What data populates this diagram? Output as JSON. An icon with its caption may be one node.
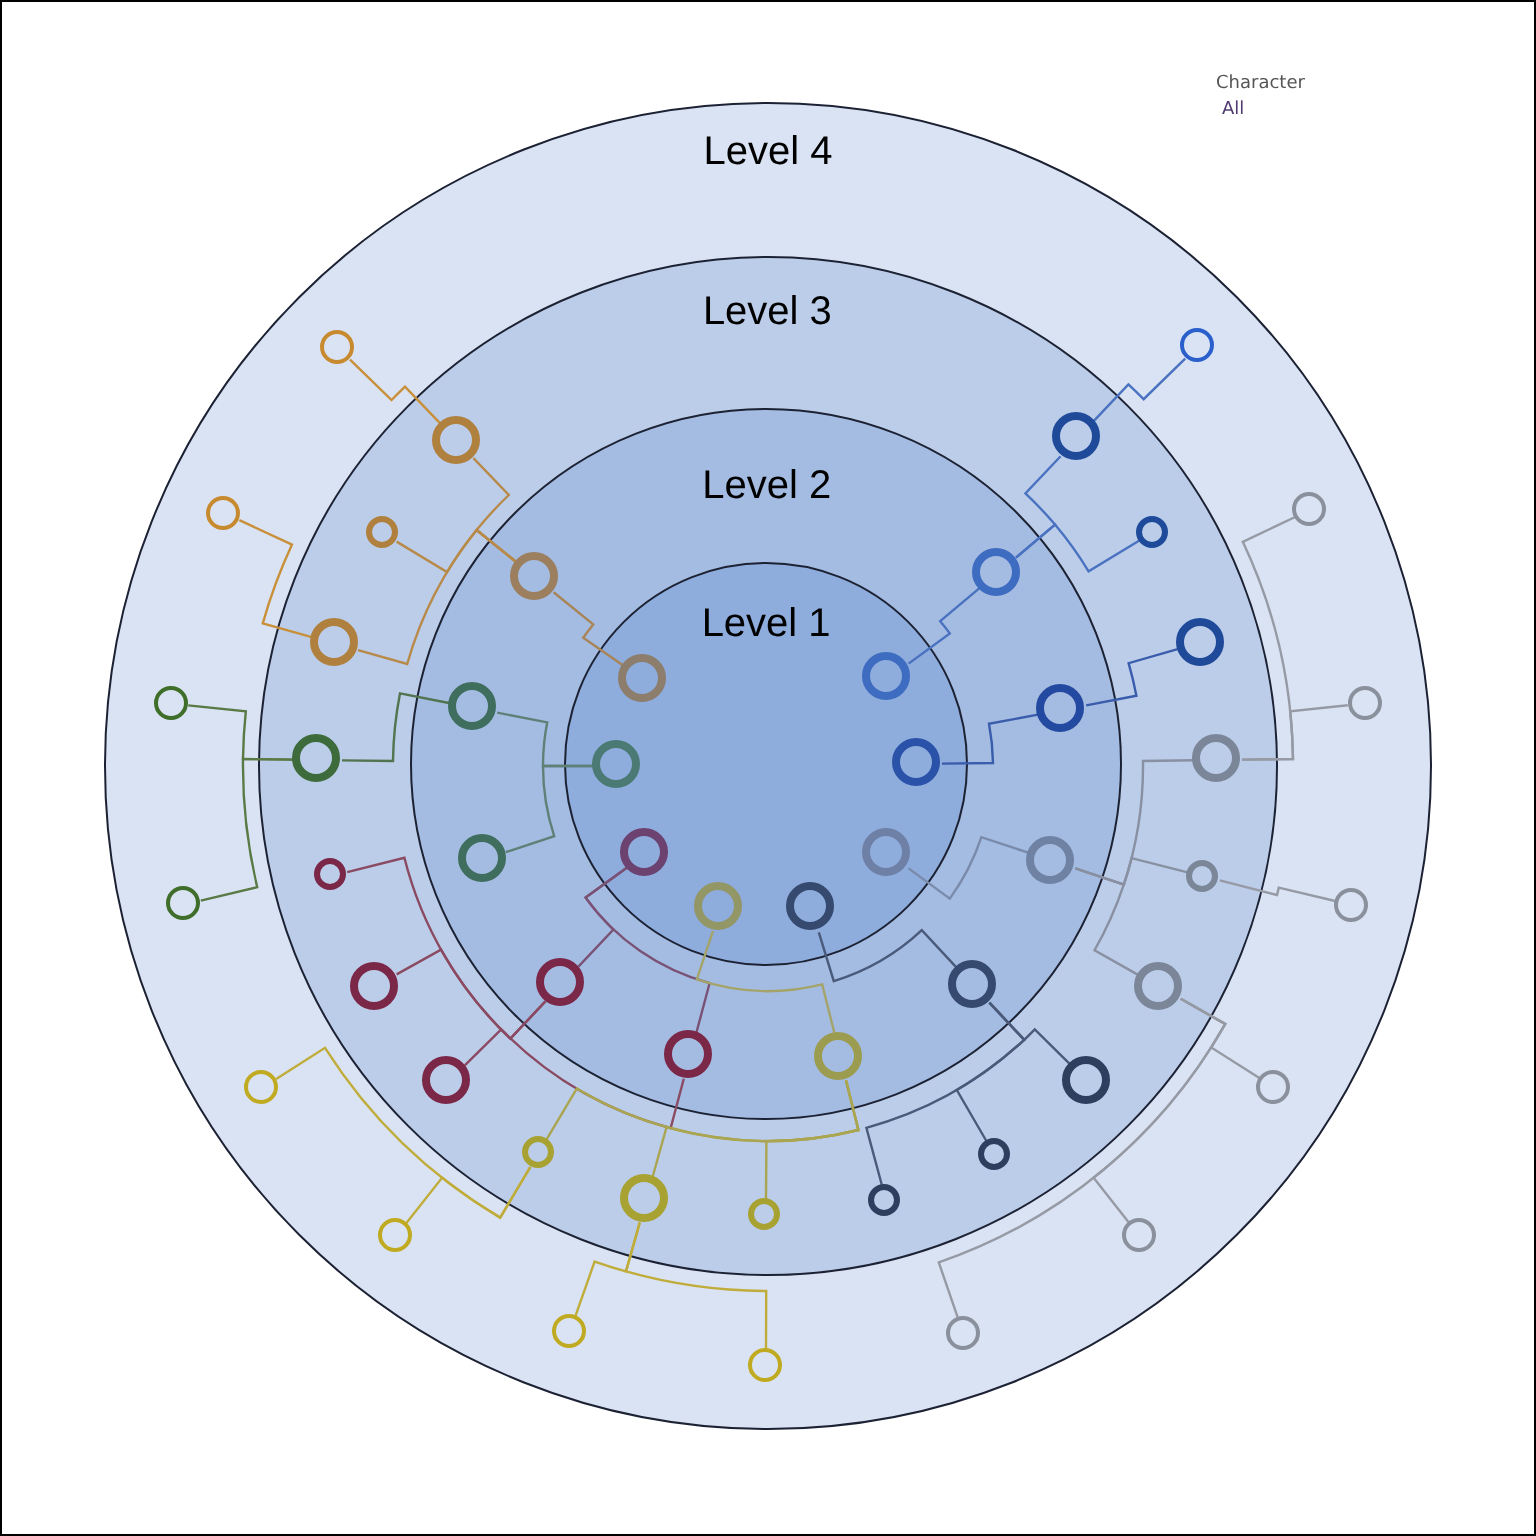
{
  "diagram": {
    "nodes": [
      {
        "text": [
          "Level 4"
        ]
      },
      {
        "text": [
          "Level 3"
        ],
        "in": 0
      },
      {
        "text": [
          "Level 2"
        ],
        "in": 1
      },
      {
        "text": [
          "Level 1"
        ],
        "in": 2
      },
      {
        "text": [],
        "shape": "circle",
        "in": 1
      },
      {
        "text": [],
        "shape": "circle",
        "in": 1
      },
      {
        "text": [],
        "shape": "circle",
        "in": 2
      },
      {
        "text": [],
        "shape": "circle",
        "in": 2
      },
      {
        "text": [],
        "shape": "circle",
        "in": 0
      },
      {
        "text": [],
        "shape": "circle",
        "in": 0
      },
      {
        "text": [],
        "shape": "circle",
        "in": 1
      },
      {
        "text": [],
        "shape": "circle",
        "in": 1
      },
      {
        "text": [],
        "shape": "circle",
        "in": 2
      },
      {
        "text": [],
        "shape": "circle",
        "in": 2
      },
      {
        "text": [],
        "shape": "circle",
        "in": 1
      },
      {
        "text": [],
        "shape": "circle",
        "in": 1
      },
      {
        "text": [],
        "shape": "circle",
        "in": 3
      },
      {
        "text": [],
        "shape": "circle",
        "in": 3
      },
      {
        "text": [],
        "shape": "circle",
        "in": 0
      },
      {
        "text": [],
        "shape": "circle",
        "in": 2
      },
      {
        "text": [],
        "shape": "circle",
        "in": 2
      },
      {
        "text": [],
        "shape": "circle",
        "in": 0
      },
      {
        "text": [],
        "shape": "circle",
        "in": 1
      },
      {
        "text": [],
        "shape": "circle",
        "in": 3
      },
      {
        "text": [],
        "shape": "circle",
        "in": 3
      },
      {
        "text": [],
        "shape": "circle",
        "in": 1
      },
      {
        "text": [],
        "shape": "circle",
        "in": 2
      },
      {
        "text": [],
        "shape": "circle",
        "in": 3
      },
      {
        "text": [],
        "shape": "circle",
        "in": 3
      },
      {
        "text": [],
        "shape": "circle",
        "in": 2
      },
      {
        "text": [],
        "shape": "circle",
        "in": 1
      },
      {
        "text": [],
        "shape": "circle",
        "in": 1
      },
      {
        "text": [],
        "shape": "circle",
        "in": 0
      },
      {
        "text": [],
        "shape": "circle",
        "in": 3
      },
      {
        "text": [],
        "shape": "circle",
        "in": 3
      },
      {
        "text": [],
        "shape": "circle",
        "in": 0
      },
      {
        "text": [],
        "shape": "circle",
        "in": 1
      },
      {
        "text": [],
        "shape": "circle",
        "in": 2
      },
      {
        "text": [],
        "shape": "circle",
        "in": 2
      },
      {
        "text": [],
        "shape": "circle",
        "in": 1
      },
      {
        "text": [],
        "shape": "circle",
        "in": 2
      },
      {
        "text": [],
        "shape": "circle",
        "in": 2
      },
      {
        "text": [],
        "shape": "circle",
        "in": 0
      },
      {
        "text": [],
        "shape": "circle",
        "in": 2
      },
      {
        "text": [],
        "shape": "circle",
        "in": 2
      },
      {
        "text": [],
        "shape": "circle",
        "in": 0
      },
      {
        "text": [],
        "shape": "circle",
        "in": 1
      },
      {
        "text": [],
        "shape": "circle",
        "in": 1
      },
      {
        "text": [],
        "shape": "circle",
        "in": 1
      },
      {
        "text": [],
        "shape": "circle",
        "in": 1
      },
      {
        "text": [],
        "shape": "circle",
        "in": 1
      },
      {
        "text": [],
        "shape": "circle",
        "in": 1
      },
      {
        "text": [],
        "shape": "circle",
        "in": 1
      },
      {
        "text": [],
        "shape": "circle",
        "in": 0
      },
      {
        "text": [],
        "shape": "circle",
        "in": 0
      },
      {
        "text": [],
        "shape": "circle",
        "in": 0
      }
    ],
    "edges": [
      {
        "from": 16,
        "to": 12,
        "arrow": "none",
        "color": "#a88456"
      },
      {
        "from": 12,
        "to": 6,
        "arrow": "none",
        "color": "#b88a4a"
      },
      {
        "from": 12,
        "to": 10,
        "arrow": "none",
        "color": "#b88a4a"
      },
      {
        "from": 12,
        "to": 14,
        "arrow": "none",
        "color": "#b88a4a"
      },
      {
        "from": 6,
        "to": 4,
        "arrow": "none",
        "color": "#c8903a"
      },
      {
        "from": 14,
        "to": 8,
        "arrow": "none",
        "color": "#c8903a"
      },
      {
        "from": 23,
        "to": 19,
        "arrow": "none",
        "color": "#5e8077"
      },
      {
        "from": 23,
        "to": 26,
        "arrow": "none",
        "color": "#5e8077"
      },
      {
        "from": 19,
        "to": 22,
        "arrow": "none",
        "color": "#52744f"
      },
      {
        "from": 22,
        "to": 18,
        "arrow": "none",
        "color": "#5a7a45"
      },
      {
        "from": 22,
        "to": 32,
        "arrow": "none",
        "color": "#5a7a45"
      },
      {
        "from": 27,
        "to": 37,
        "arrow": "none",
        "color": "#7a5276"
      },
      {
        "from": 27,
        "to": 40,
        "arrow": "none",
        "color": "#7a5276"
      },
      {
        "from": 37,
        "to": 30,
        "arrow": "none",
        "color": "#8a4a62"
      },
      {
        "from": 37,
        "to": 36,
        "arrow": "none",
        "color": "#8a4a62"
      },
      {
        "from": 40,
        "to": 43,
        "arrow": "none",
        "color": "#8a4a62"
      },
      {
        "from": 33,
        "to": 41,
        "arrow": "none",
        "color": "#a4a46a"
      },
      {
        "from": 41,
        "to": 46,
        "arrow": "none",
        "color": "#aaa550"
      },
      {
        "from": 41,
        "to": 48,
        "arrow": "none",
        "color": "#aaa550"
      },
      {
        "from": 41,
        "to": 49,
        "arrow": "none",
        "color": "#aaa550"
      },
      {
        "from": 46,
        "to": 42,
        "arrow": "none",
        "color": "#c0ac3a"
      },
      {
        "from": 46,
        "to": 51,
        "arrow": "none",
        "color": "#c0ac3a"
      },
      {
        "from": 48,
        "to": 53,
        "arrow": "none",
        "color": "#c0ac3a"
      },
      {
        "from": 48,
        "to": 55,
        "arrow": "none",
        "color": "#c0ac3a"
      },
      {
        "from": 34,
        "to": 38,
        "arrow": "none",
        "color": "#4a5a7a"
      },
      {
        "from": 38,
        "to": 44,
        "arrow": "none",
        "color": "#4a5a7a"
      },
      {
        "from": 38,
        "to": 47,
        "arrow": "none",
        "color": "#4a5a7a"
      },
      {
        "from": 38,
        "to": 50,
        "arrow": "none",
        "color": "#4a5a7a"
      },
      {
        "from": 28,
        "to": 29,
        "arrow": "none",
        "color": "#7a8aaa"
      },
      {
        "from": 29,
        "to": 25,
        "arrow": "none",
        "color": "#8890a2"
      },
      {
        "from": 29,
        "to": 31,
        "arrow": "none",
        "color": "#8890a2"
      },
      {
        "from": 29,
        "to": 39,
        "arrow": "none",
        "color": "#8890a2"
      },
      {
        "from": 25,
        "to": 9,
        "arrow": "none",
        "color": "#969aa4"
      },
      {
        "from": 25,
        "to": 21,
        "arrow": "none",
        "color": "#969aa4"
      },
      {
        "from": 31,
        "to": 35,
        "arrow": "none",
        "color": "#969aa4"
      },
      {
        "from": 39,
        "to": 45,
        "arrow": "none",
        "color": "#969aa4"
      },
      {
        "from": 39,
        "to": 52,
        "arrow": "none",
        "color": "#969aa4"
      },
      {
        "from": 39,
        "to": 54,
        "arrow": "none",
        "color": "#969aa4"
      },
      {
        "from": 17,
        "to": 13,
        "arrow": "none",
        "color": "#4a72c0"
      },
      {
        "from": 13,
        "to": 7,
        "arrow": "none",
        "color": "#4a72c0"
      },
      {
        "from": 13,
        "to": 11,
        "arrow": "none",
        "color": "#4a72c0"
      },
      {
        "from": 7,
        "to": 5,
        "arrow": "none",
        "color": "#4a72c0"
      },
      {
        "from": 24,
        "to": 20,
        "arrow": "none",
        "color": "#3a5cac"
      },
      {
        "from": 20,
        "to": 15,
        "arrow": "none",
        "color": "#3a5cac"
      }
    ],
    "labels": [
      "Character",
      "All"
    ]
  }
}
